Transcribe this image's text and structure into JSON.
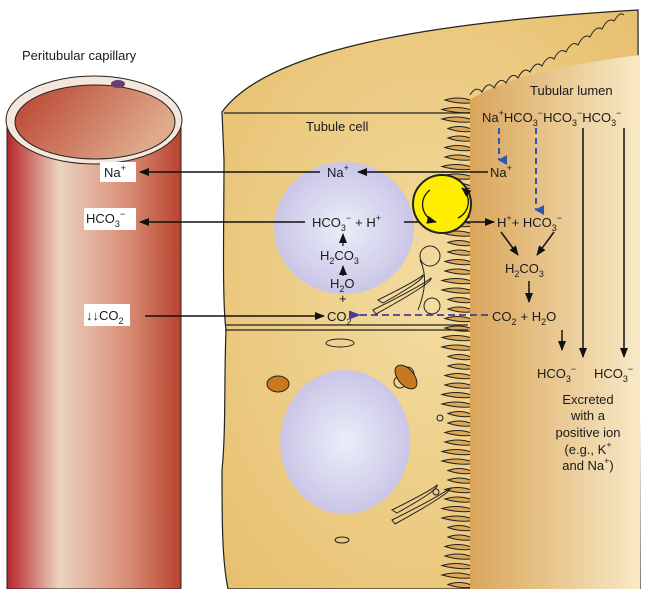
{
  "labels": {
    "peritubular_capillary": "Peritubular capillary",
    "tubule_cell": "Tubule cell",
    "tubular_lumen": "Tubular lumen"
  },
  "capillary_ions": {
    "na": "Na",
    "hco3": "HCO",
    "co2": "CO",
    "co2_prefix": "↓↓"
  },
  "cell_species": {
    "na": "Na",
    "hco3": "HCO",
    "plus_h": "+ H",
    "h2co3_a": "H",
    "h2co3_b": "CO",
    "h2o_a": "H",
    "h2o_b": "O",
    "plus": "+",
    "co2": "CO"
  },
  "lumen_species": {
    "top_na": "Na",
    "top_hco3_1": "HCO",
    "top_hco3_2": "HCO",
    "top_hco3_3": "HCO",
    "na": "Na",
    "h": "H",
    "plus_hco3": "+ HCO",
    "h2co3_a": "H",
    "h2co3_b": "CO",
    "co2": "CO",
    "plus_h2o": "+  H",
    "h2o_o": "O",
    "out_hco3_1": "HCO",
    "out_hco3_2": "HCO"
  },
  "superscripts": {
    "plus": "+",
    "minus": "−"
  },
  "subscripts": {
    "two": "2",
    "three": "3"
  },
  "excreted_note": [
    "Excreted",
    "with a",
    "positive ion",
    "(e.g., K",
    "and Na",
    ")"
  ],
  "colors": {
    "cell_fill": "#e8c478",
    "lumen_dark": "#d9a55a",
    "lumen_light": "#f7e6c0",
    "nucleus": "#c9c5e6",
    "transporter": "#ffee00",
    "capillary_dark": "#b7252a",
    "capillary_light": "#ecd3c0",
    "blue_arrow": "#2f56b0",
    "purple_dashed": "#4a3aa0"
  }
}
